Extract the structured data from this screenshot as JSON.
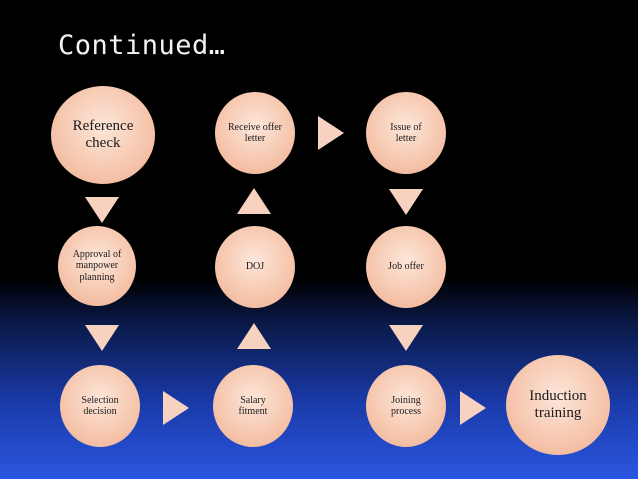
{
  "title": "Continued…",
  "nodes": {
    "reference_check": "Reference check",
    "approval": "Approval of manpower planning",
    "selection_decision": "Selection decision",
    "salary_fitment": "Salary fitment",
    "doj": "DOJ",
    "receive_offer_letter": "Receive offer letter",
    "issue_of_letter": "Issue of letter",
    "job_offer": "Job offer",
    "joining_process": "Joining process",
    "induction_training": "Induction training"
  },
  "colors": {
    "node_fill": "#f6c8b0",
    "arrow_fill": "#f7d2c0",
    "title_text": "#f2f2f2"
  }
}
